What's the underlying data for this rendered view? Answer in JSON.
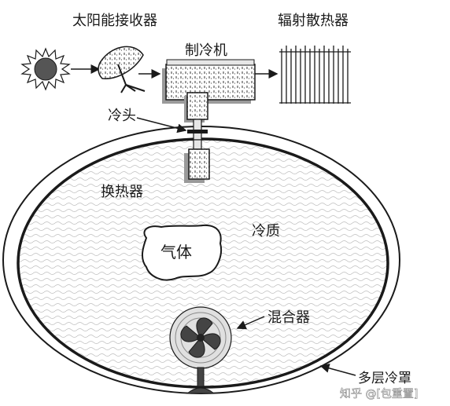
{
  "labels": {
    "solar_receiver": "太阳能接收器",
    "refrigerator": "制冷机",
    "radiator": "辐射散热器",
    "cold_head": "冷头",
    "heat_exchanger": "换热器",
    "refrigerant": "冷质",
    "gas": "气体",
    "mixer": "混合器",
    "insulation": "多层冷罩"
  },
  "watermark": "知乎 @[包重置]",
  "colors": {
    "line": "#1a1a1a",
    "fill_texture": "#c8c8c8",
    "sun": "#444444"
  }
}
